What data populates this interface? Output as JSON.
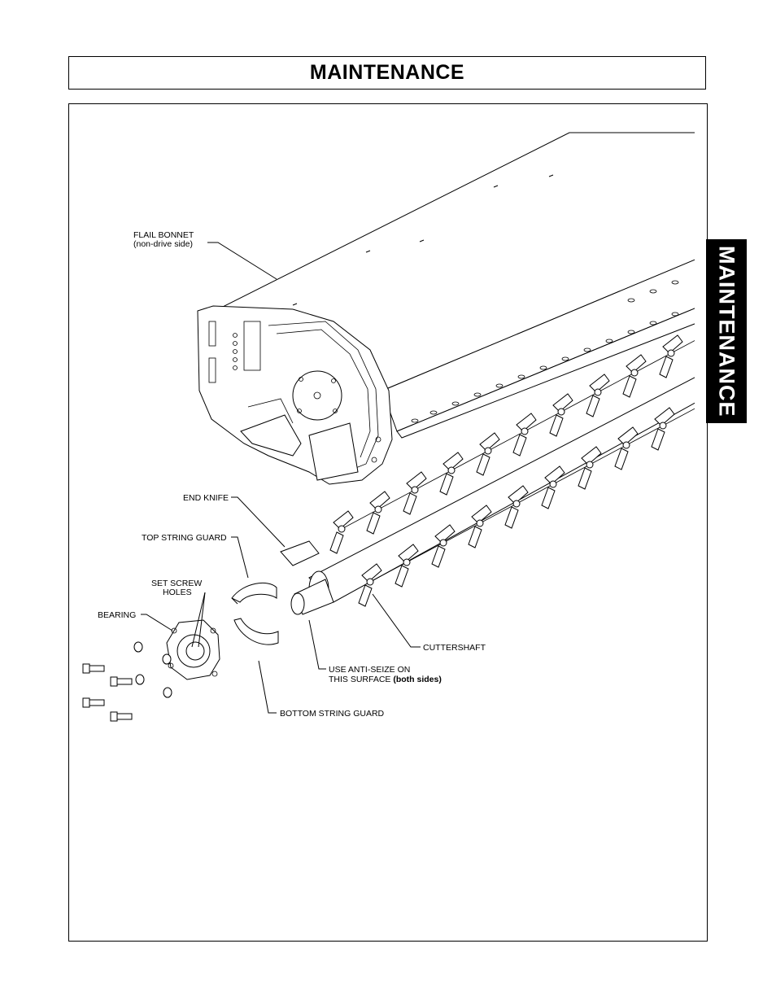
{
  "header": {
    "title": "MAINTENANCE"
  },
  "side_tab": {
    "label": "MAINTENANCE"
  },
  "figure": {
    "labels": {
      "flail_bonnet_line1": "FLAIL BONNET",
      "flail_bonnet_line2": "(non-drive side)",
      "end_knife": "END KNIFE",
      "top_string_guard": "TOP STRING GUARD",
      "set_screw_line1": "SET SCREW",
      "set_screw_line2": "HOLES",
      "bearing": "BEARING",
      "cuttershaft": "CUTTERSHAFT",
      "anti_seize_line1": "USE ANTI-SEIZE ON",
      "anti_seize_line2a": "THIS SURFACE ",
      "anti_seize_line2b": "(both sides)",
      "bottom_string_guard": "BOTTOM STRING GUARD"
    }
  }
}
